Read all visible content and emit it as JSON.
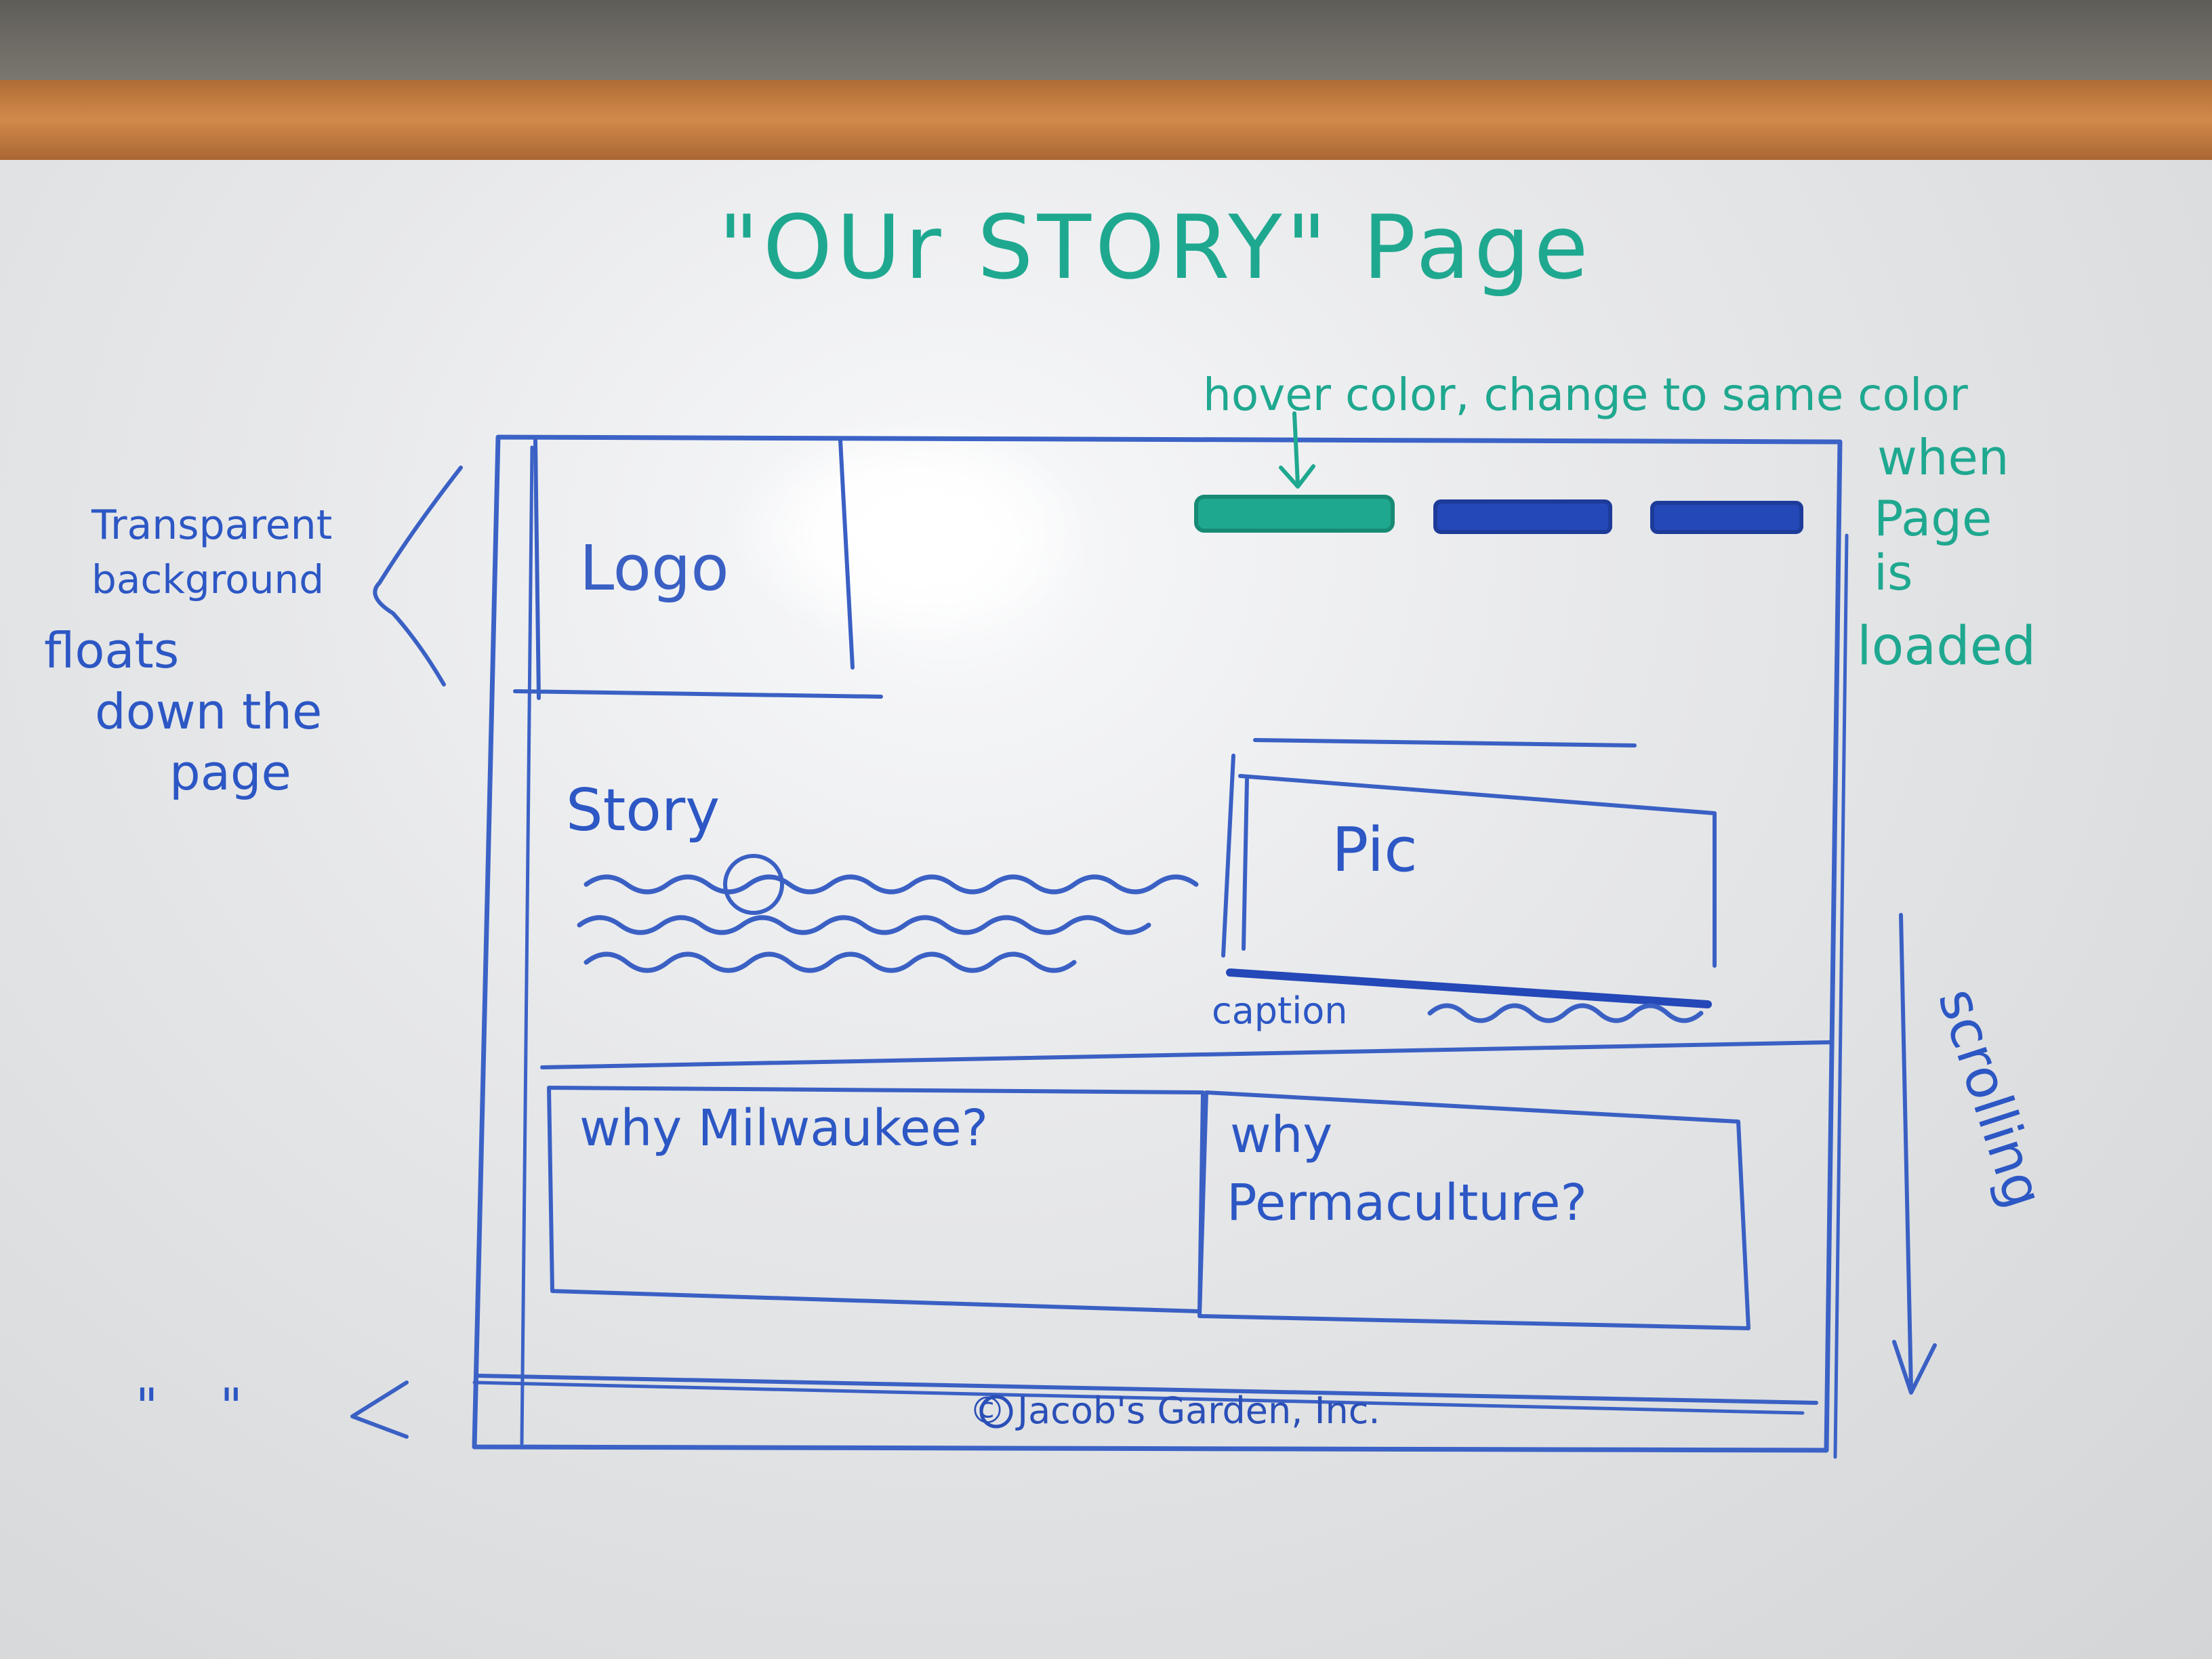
{
  "title": "\"OUr STORY\" Page",
  "notes": {
    "hover": "hover color, change to same color",
    "when_loaded": [
      "when",
      "Page",
      "is",
      "loaded"
    ],
    "transparent": [
      "Transparent",
      "background",
      "floats",
      "down the",
      "page"
    ],
    "scrolling": "scrolling",
    "ditto": "\"    \""
  },
  "mockup": {
    "logo": "Logo",
    "story": "Story",
    "pic": "Pic",
    "caption": "caption",
    "milwaukee": "why Milwaukee?",
    "permaculture": [
      "why",
      "Permaculture?"
    ],
    "footer": "© Jacob's Garden, Inc."
  },
  "colors": {
    "teal_marker": "#1fa890",
    "blue_marker": "#2c57c4",
    "nav_blue": "#2448b8"
  }
}
